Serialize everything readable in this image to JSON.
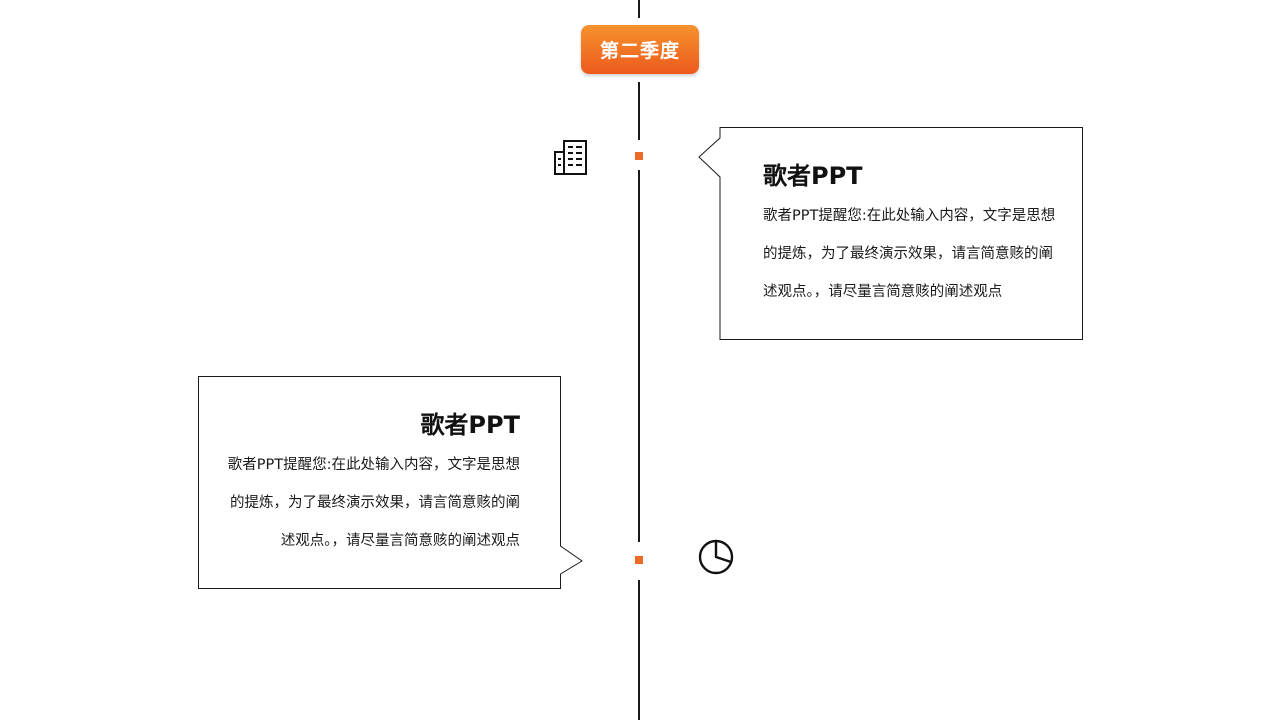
{
  "header": {
    "quarter_label": "第二季度"
  },
  "accent_color": "#ec5a1c",
  "timeline": {
    "items": [
      {
        "icon": "building-icon",
        "title": "歌者PPT",
        "body": "歌者PPT提醒您:在此处输入内容，文字是思想的提炼，为了最终演示效果，请言简意赅的阐述观点。，请尽量言简意赅的阐述观点"
      },
      {
        "icon": "pie-chart-icon",
        "title": "歌者PPT",
        "body": "歌者PPT提醒您:在此处输入内容，文字是思想的提炼，为了最终演示效果，请言简意赅的阐述观点。，请尽量言简意赅的阐述观点"
      }
    ]
  }
}
